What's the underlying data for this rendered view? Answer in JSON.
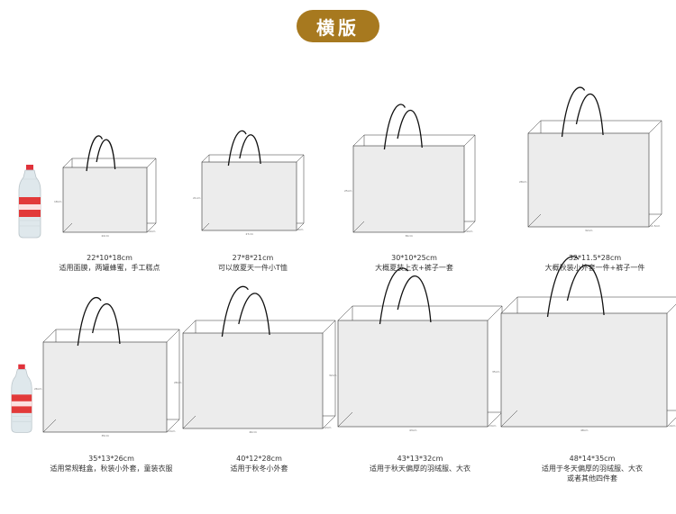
{
  "header": {
    "badge_label": "横版"
  },
  "bottle": {
    "brand_color": "#d8252b",
    "label_color": "#e23a3a"
  },
  "colors": {
    "bag_fill": "#ececec",
    "bag_edge": "#333333",
    "handle": "#111111",
    "badge_bg": "#a7791f"
  },
  "rows": [
    {
      "items": [
        {
          "size": "22*10*18cm",
          "use": "适用面膜，两罐蜂蜜，手工糕点",
          "w_label": "22cm",
          "h_label": "18cm",
          "d_label": "10cm"
        },
        {
          "size": "27*8*21cm",
          "use": "可以放夏天一件小T恤",
          "w_label": "27cm",
          "h_label": "21cm",
          "d_label": "8cm"
        },
        {
          "size": "30*10*25cm",
          "use": "大概夏装上衣+裤子一套",
          "w_label": "30cm",
          "h_label": "25cm",
          "d_label": "10cm"
        },
        {
          "size": "32*11.5*28cm",
          "use": "大概秋装小外套一件+裤子一件",
          "w_label": "32cm",
          "h_label": "28cm",
          "d_label": "11.5cm"
        }
      ]
    },
    {
      "items": [
        {
          "size": "35*13*26cm",
          "use": "适用常规鞋盒，秋装小外套，童装衣服",
          "w_label": "35cm",
          "h_label": "26cm",
          "d_label": "13cm"
        },
        {
          "size": "40*12*28cm",
          "use": "适用于秋冬小外套",
          "w_label": "40cm",
          "h_label": "28cm",
          "d_label": "12cm"
        },
        {
          "size": "43*13*32cm",
          "use": "适用于秋天偏厚的羽绒服、大衣",
          "w_label": "43cm",
          "h_label": "32cm",
          "d_label": "13cm"
        },
        {
          "size": "48*14*35cm",
          "use": "适用于冬天偏厚的羽绒服、大衣",
          "use2": "或者其他四件套",
          "w_label": "48cm",
          "h_label": "35cm",
          "d_label": "14cm"
        }
      ]
    }
  ]
}
